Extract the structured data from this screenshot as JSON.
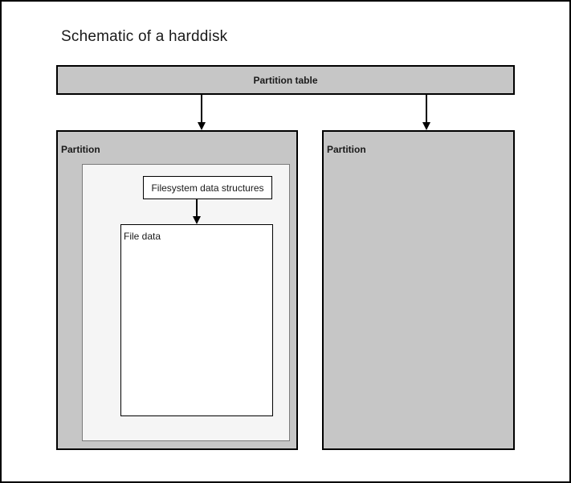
{
  "title": "Schematic of a harddisk",
  "diagram": {
    "partition_table": {
      "label": "Partition table"
    },
    "partitions": [
      {
        "label": "Partition"
      },
      {
        "label": "Partition"
      }
    ],
    "filesystem_box": {
      "label": "Filesystem data structures"
    },
    "file_data_box": {
      "label": "File data"
    }
  },
  "icons": {
    "arrows": [
      "arrow-down-icon",
      "arrow-down-icon",
      "arrow-down-icon"
    ]
  },
  "colors": {
    "box-gray": "#c6c6c6",
    "inner-light": "#f5f5f5",
    "inner-border": "#7a7a7a",
    "border-dark": "#000000",
    "text": "#1a1a1a"
  }
}
